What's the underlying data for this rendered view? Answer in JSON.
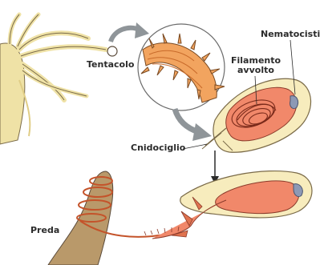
{
  "labels": {
    "tentacolo": "Tentacolo",
    "filamento_line1": "Filamento",
    "filamento_line2": "avvolto",
    "nematocisti": "Nematocisti",
    "cnidociglio": "Cnidociglio",
    "preda": "Preda"
  },
  "colors": {
    "body_tan": "#efe2a6",
    "tentacle_orange": "#f2a45f",
    "capsule_salmon": "#f1886a",
    "prey_brown": "#b9996a",
    "arrow_gray": "#8f9599",
    "outline": "#5a4a3a"
  }
}
